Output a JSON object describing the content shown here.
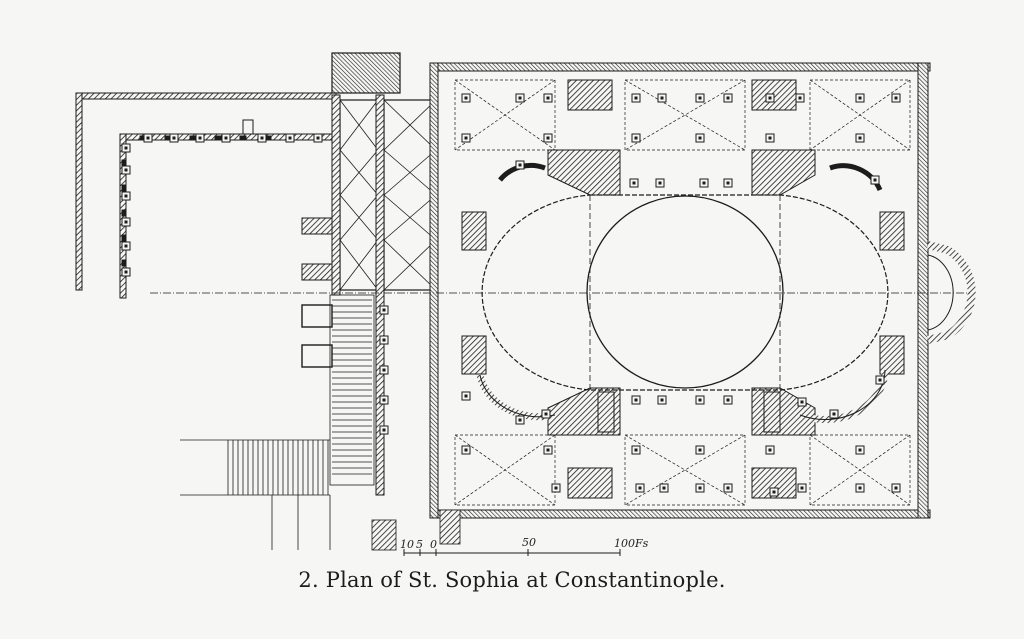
{
  "caption": {
    "number": "2.",
    "title": "Plan of St. Sophia at Constantinople."
  },
  "scale_bar": {
    "labels": [
      "10",
      "5",
      "0",
      "50",
      "100",
      "Fs"
    ]
  },
  "colors": {
    "paper": "#f6f6f4",
    "ink": "#1c1c1c"
  }
}
